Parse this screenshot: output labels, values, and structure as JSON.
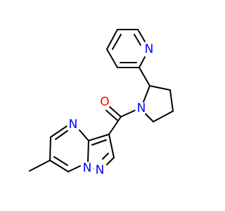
{
  "molecule": {
    "atoms": {
      "n_pyridine": {
        "symbol": "N",
        "color": "#0000ff"
      },
      "o_carbonyl": {
        "symbol": "O",
        "color": "#ff0000"
      },
      "n_pyrrolidine": {
        "symbol": "N",
        "color": "#0000ff"
      },
      "n_pyrimidine": {
        "symbol": "N",
        "color": "#0000ff"
      },
      "n_bridge": {
        "symbol": "N",
        "color": "#0000ff"
      },
      "n_pyrazole": {
        "symbol": "N",
        "color": "#0000ff"
      }
    }
  }
}
